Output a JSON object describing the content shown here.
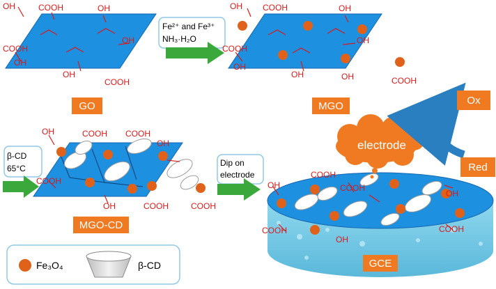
{
  "labels": {
    "go": "GO",
    "mgo": "MGO",
    "mgo_cd": "MGO-CD",
    "gce": "GCE",
    "ox": "Ox",
    "red": "Red",
    "electrode_cloud": "electrode"
  },
  "functional_groups": {
    "oh": "OH",
    "cooh": "COOH"
  },
  "steps": {
    "step1_line1": "Fe²⁺ and Fe³⁺",
    "step1_line2": "NH₃·H₂O",
    "step2_line1": "β-CD",
    "step2_line2": "65°C",
    "step3_line1": "Dip on",
    "step3_line2": "electrode"
  },
  "legend": {
    "fe3o4": "Fe₃O₄",
    "bcd": "β-CD"
  },
  "colors": {
    "sheet_blue": "#1e90e0",
    "label_orange": "#f07a22",
    "particle_orange": "#e0621a",
    "arrow_green": "#3aa83a",
    "group_red": "#d81a1a",
    "cycle_blue": "#2a7fc0"
  }
}
